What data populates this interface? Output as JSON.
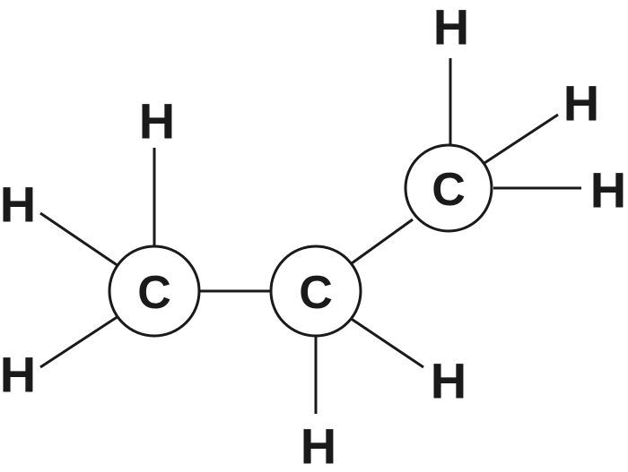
{
  "molecule": {
    "carbons": [
      "C",
      "C",
      "C"
    ],
    "hydrogens": [
      "H",
      "H",
      "H",
      "H",
      "H",
      "H",
      "H",
      "H"
    ]
  }
}
